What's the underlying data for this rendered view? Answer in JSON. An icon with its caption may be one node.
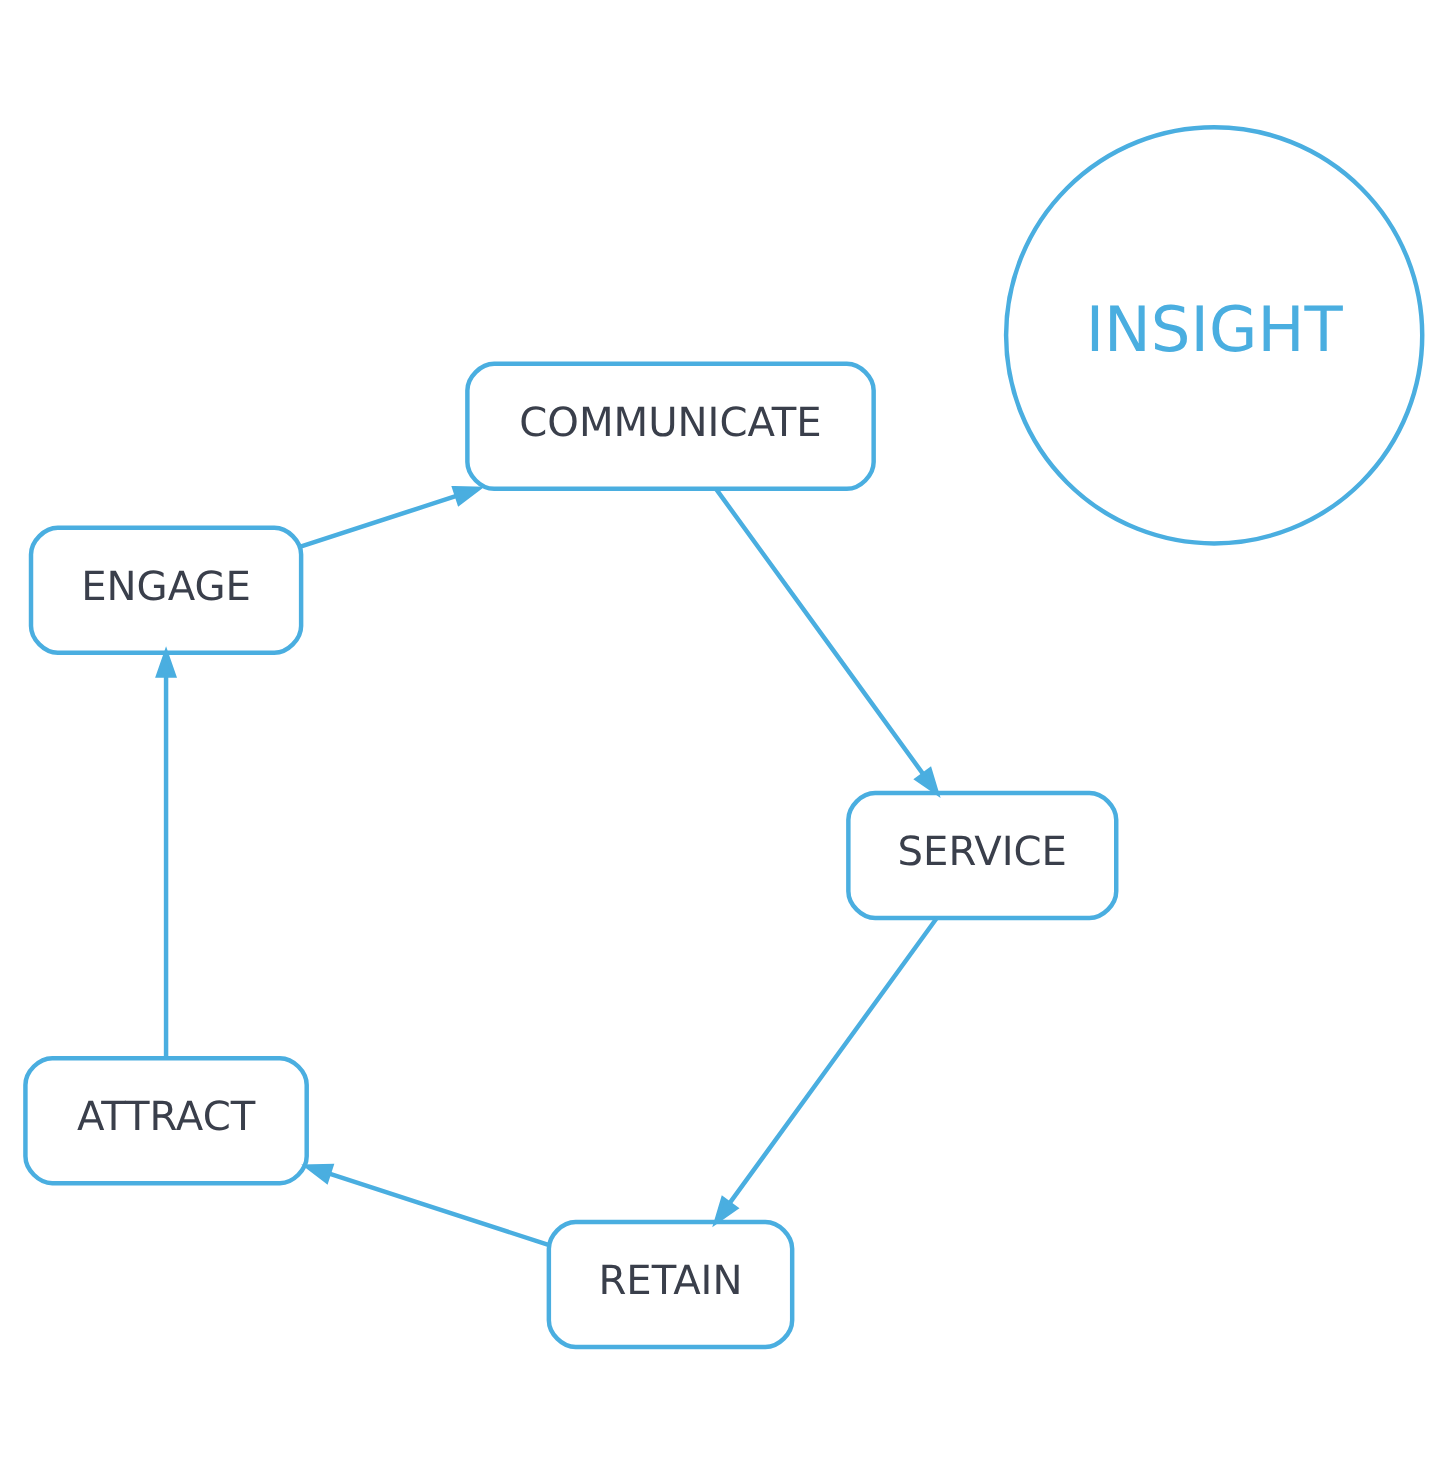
{
  "diagram": {
    "nodes": [
      {
        "text": [
          "RETAIN"
        ]
      },
      {
        "text": [
          "ATTRACT"
        ]
      },
      {
        "text": [
          "ENGAGE"
        ]
      },
      {
        "text": [
          "COMMUNICATE"
        ]
      },
      {
        "text": [
          "SERVICE"
        ]
      },
      {
        "text": [
          "INSIGHT"
        ]
      }
    ],
    "edges": [
      {
        "from": 0,
        "to": 1,
        "arrow": "to"
      },
      {
        "from": 1,
        "to": 2,
        "arrow": "to"
      },
      {
        "from": 2,
        "to": 3,
        "arrow": "to"
      },
      {
        "from": 3,
        "to": 4,
        "arrow": "to"
      },
      {
        "from": 4,
        "to": 0,
        "arrow": "to"
      }
    ]
  }
}
